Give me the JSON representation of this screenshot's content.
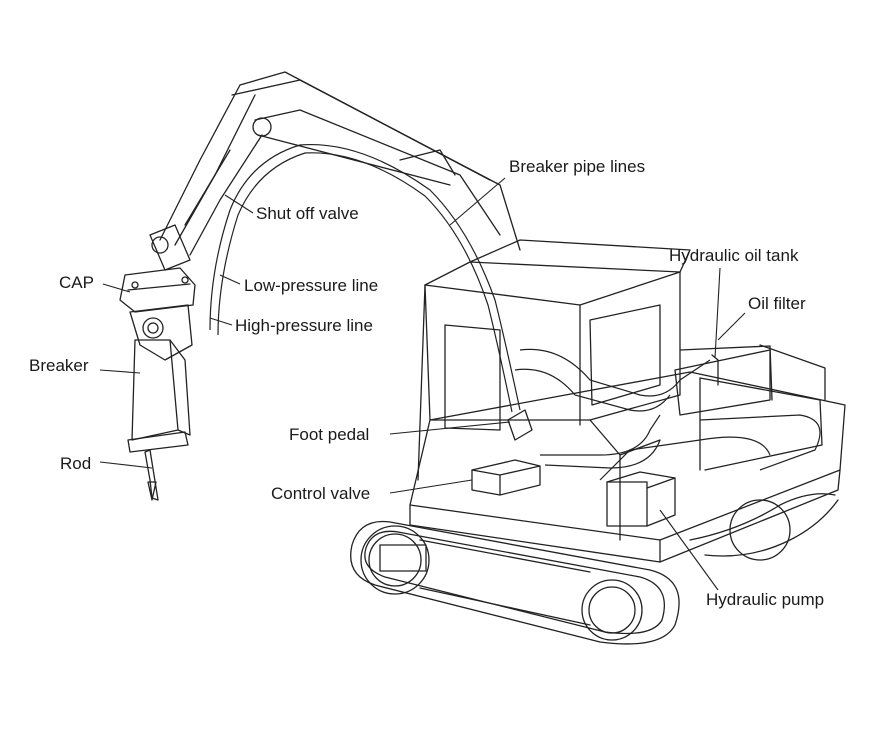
{
  "labels": {
    "breaker_pipe_lines": "Breaker pipe lines",
    "shut_off_valve": "Shut off valve",
    "hydraulic_oil_tank": "Hydraulic oil tank",
    "cap": "CAP",
    "low_pressure_line": "Low-pressure line",
    "oil_filter": "Oil filter",
    "high_pressure_line": "High-pressure line",
    "breaker": "Breaker",
    "foot_pedal": "Foot pedal",
    "rod": "Rod",
    "control_valve": "Control valve",
    "hydraulic_pump": "Hydraulic pump"
  },
  "colors": {
    "line": "#222222",
    "text": "#1a1a1a",
    "background": "#ffffff"
  }
}
